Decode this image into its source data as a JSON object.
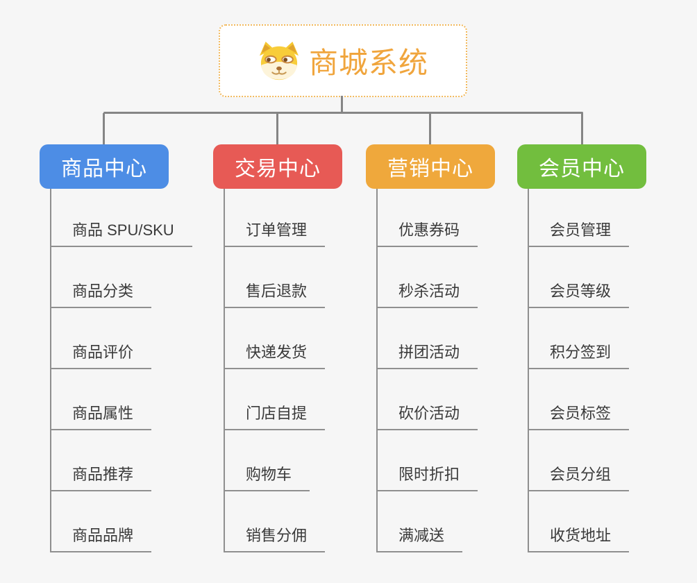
{
  "root": {
    "title": "商城系统",
    "icon": "doge-icon"
  },
  "branches": [
    {
      "label": "商品中心",
      "color": "#4d8de5",
      "children": [
        "商品 SPU/SKU",
        "商品分类",
        "商品评价",
        "商品属性",
        "商品推荐",
        "商品品牌"
      ]
    },
    {
      "label": "交易中心",
      "color": "#e75a55",
      "children": [
        "订单管理",
        "售后退款",
        "快递发货",
        "门店自提",
        "购物车",
        "销售分佣"
      ]
    },
    {
      "label": "营销中心",
      "color": "#efa83c",
      "children": [
        "优惠券码",
        "秒杀活动",
        "拼团活动",
        "砍价活动",
        "限时折扣",
        "满减送"
      ]
    },
    {
      "label": "会员中心",
      "color": "#72be3e",
      "children": [
        "会员管理",
        "会员等级",
        "积分签到",
        "会员标签",
        "会员分组",
        "收货地址"
      ]
    }
  ],
  "colors": {
    "background": "#f6f6f6",
    "root_text": "#f0a53d",
    "root_border": "#f2b95c",
    "connector": "#858585",
    "child_line": "#8f8f8f",
    "child_text": "#3a3a3a"
  }
}
